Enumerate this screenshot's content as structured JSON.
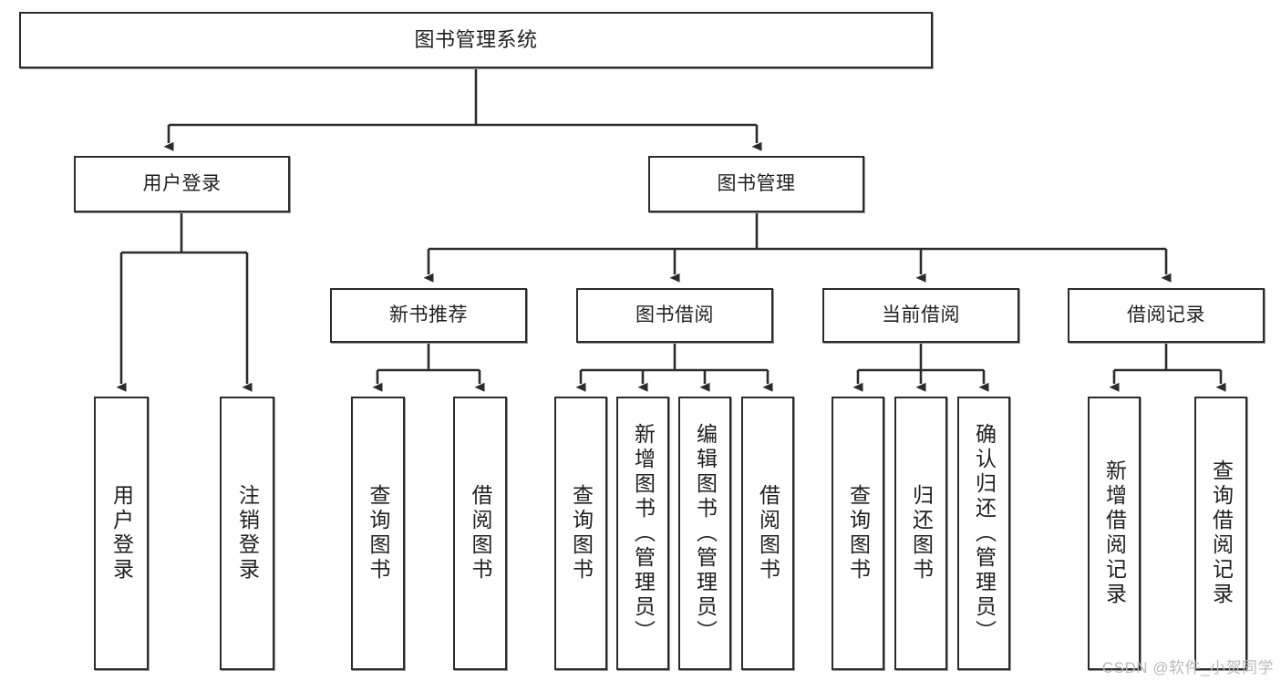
{
  "diagram": {
    "title": "图书管理系统",
    "type": "tree-hierarchy",
    "line_color": "#2b2b2b",
    "box_fill": "#ffffff",
    "text_color": "#1f1f1f"
  },
  "nodes": {
    "root": {
      "label": "图书管理系统"
    },
    "level2": [
      {
        "label": "用户登录"
      },
      {
        "label": "图书管理"
      }
    ],
    "level3": [
      {
        "label": "新书推荐"
      },
      {
        "label": "图书借阅"
      },
      {
        "label": "当前借阅"
      },
      {
        "label": "借阅记录"
      }
    ],
    "leaves": {
      "user_login": [
        {
          "label": "用户登录"
        },
        {
          "label": "注销登录"
        }
      ],
      "new_book": [
        {
          "label": "查询图书"
        },
        {
          "label": "借阅图书"
        }
      ],
      "book_borrow": [
        {
          "label": "查询图书"
        },
        {
          "label": "新增图书（管理员）"
        },
        {
          "label": "编辑图书（管理员）"
        },
        {
          "label": "借阅图书"
        }
      ],
      "current_borrow": [
        {
          "label": "查询图书"
        },
        {
          "label": "归还图书"
        },
        {
          "label": "确认归还（管理员）"
        }
      ],
      "borrow_record": [
        {
          "label": "新增借阅记录"
        },
        {
          "label": "查询借阅记录"
        }
      ]
    }
  },
  "watermark": {
    "text": "CSDN @软件_小贺同学"
  }
}
